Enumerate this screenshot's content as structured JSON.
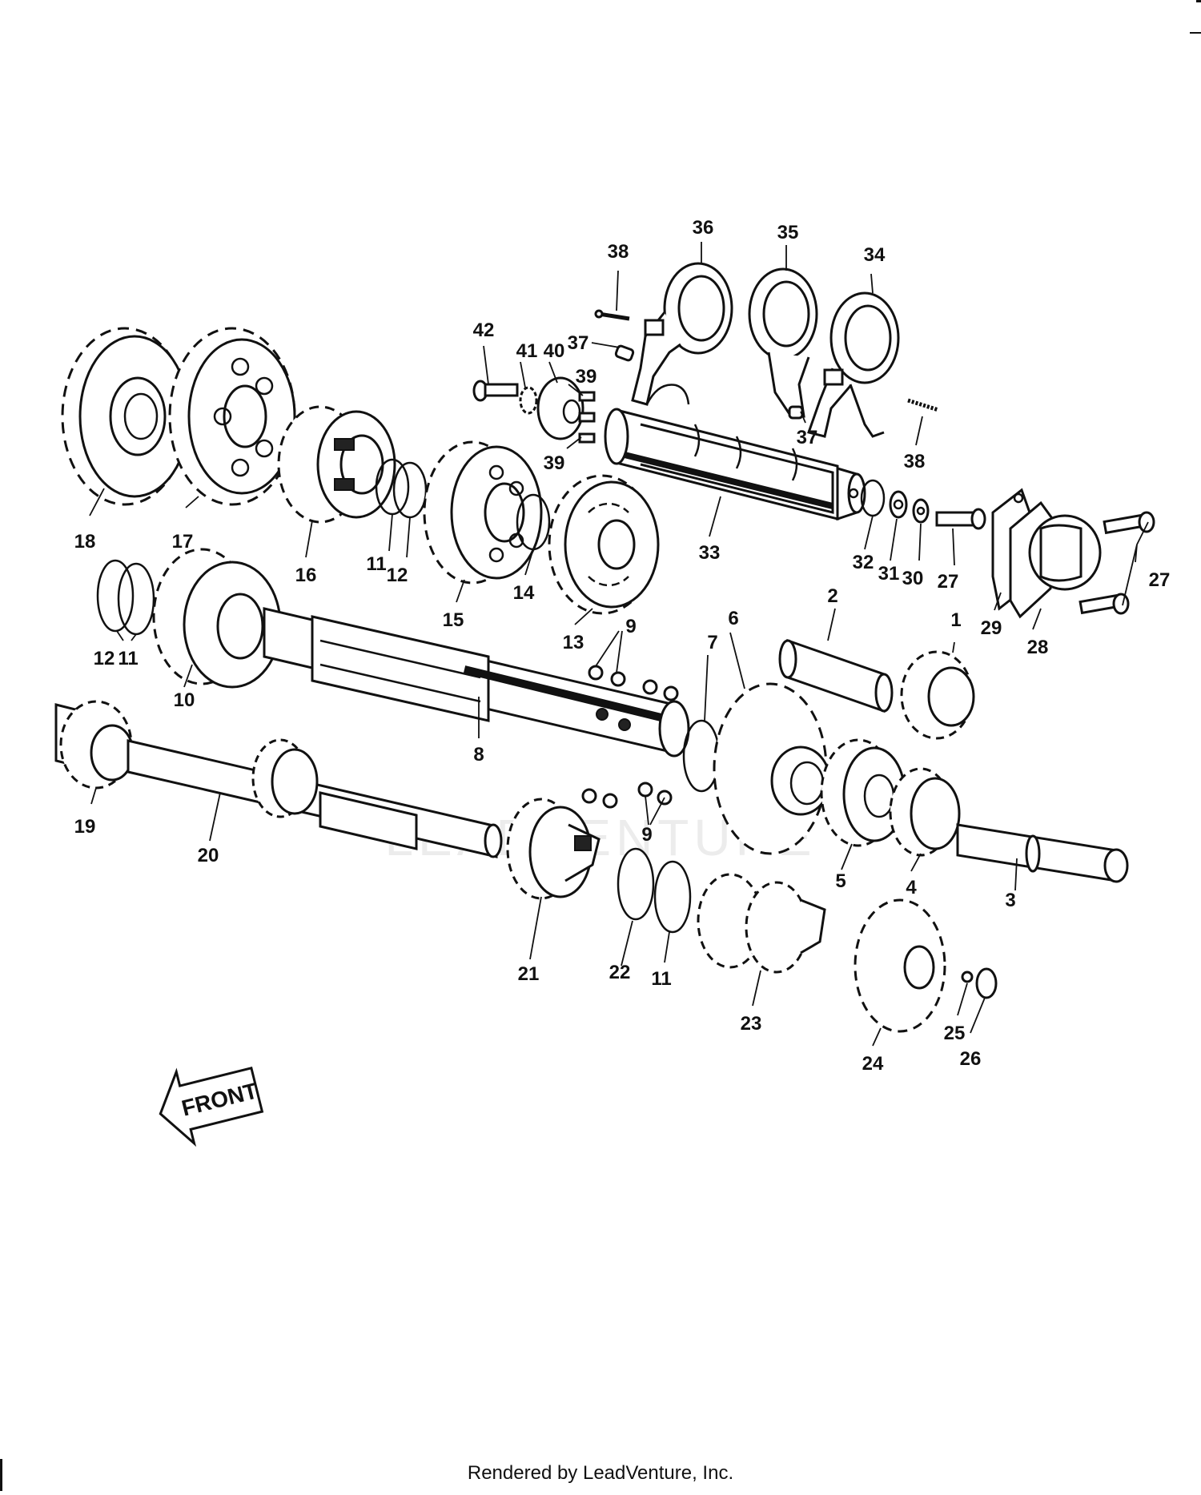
{
  "diagram": {
    "direction_label": "FRONT",
    "watermark": "LEADVENTURE",
    "callouts": [
      {
        "id": "c1",
        "text": "1"
      },
      {
        "id": "c2",
        "text": "2"
      },
      {
        "id": "c3",
        "text": "3"
      },
      {
        "id": "c4",
        "text": "4"
      },
      {
        "id": "c5",
        "text": "5"
      },
      {
        "id": "c6",
        "text": "6"
      },
      {
        "id": "c7",
        "text": "7"
      },
      {
        "id": "c8",
        "text": "8"
      },
      {
        "id": "c9a",
        "text": "9"
      },
      {
        "id": "c9b",
        "text": "9"
      },
      {
        "id": "c10",
        "text": "10"
      },
      {
        "id": "c11a",
        "text": "11"
      },
      {
        "id": "c11b",
        "text": "11"
      },
      {
        "id": "c11c",
        "text": "11"
      },
      {
        "id": "c12a",
        "text": "12"
      },
      {
        "id": "c12b",
        "text": "12"
      },
      {
        "id": "c13",
        "text": "13"
      },
      {
        "id": "c14",
        "text": "14"
      },
      {
        "id": "c15",
        "text": "15"
      },
      {
        "id": "c16",
        "text": "16"
      },
      {
        "id": "c17",
        "text": "17"
      },
      {
        "id": "c18",
        "text": "18"
      },
      {
        "id": "c19",
        "text": "19"
      },
      {
        "id": "c20",
        "text": "20"
      },
      {
        "id": "c21",
        "text": "21"
      },
      {
        "id": "c22",
        "text": "22"
      },
      {
        "id": "c23",
        "text": "23"
      },
      {
        "id": "c24",
        "text": "24"
      },
      {
        "id": "c25",
        "text": "25"
      },
      {
        "id": "c26",
        "text": "26"
      },
      {
        "id": "c27a",
        "text": "27"
      },
      {
        "id": "c27b",
        "text": "27"
      },
      {
        "id": "c28",
        "text": "28"
      },
      {
        "id": "c29",
        "text": "29"
      },
      {
        "id": "c30",
        "text": "30"
      },
      {
        "id": "c31",
        "text": "31"
      },
      {
        "id": "c32",
        "text": "32"
      },
      {
        "id": "c33",
        "text": "33"
      },
      {
        "id": "c34",
        "text": "34"
      },
      {
        "id": "c35",
        "text": "35"
      },
      {
        "id": "c36",
        "text": "36"
      },
      {
        "id": "c37a",
        "text": "37"
      },
      {
        "id": "c37b",
        "text": "37"
      },
      {
        "id": "c38a",
        "text": "38"
      },
      {
        "id": "c38b",
        "text": "38"
      },
      {
        "id": "c39a",
        "text": "39"
      },
      {
        "id": "c39b",
        "text": "39"
      },
      {
        "id": "c40",
        "text": "40"
      },
      {
        "id": "c41",
        "text": "41"
      },
      {
        "id": "c42",
        "text": "42"
      }
    ]
  },
  "footer": {
    "text": "Rendered by LeadVenture, Inc."
  }
}
